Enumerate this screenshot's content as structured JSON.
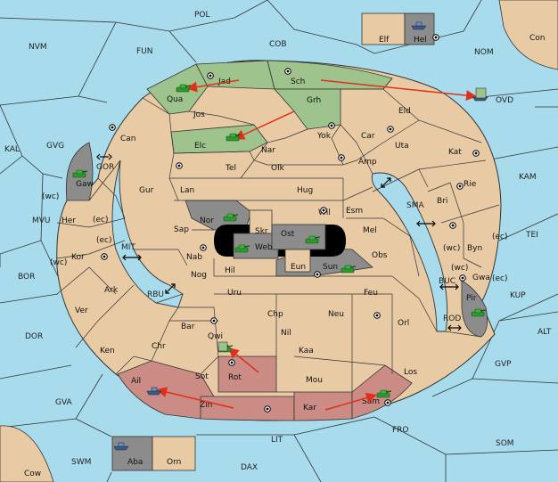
{
  "game": "Diplomacy variant map",
  "colors": {
    "sea": "#a8dcec",
    "land": "#e8cba4",
    "green": "#9ec38c",
    "pink": "#cb8c86",
    "gray": "#8c8c8c",
    "border": "#333333",
    "arrow": "#e0301c",
    "tank": "#2e9a2e",
    "fleet": "#3a5a8a"
  },
  "sea_regions": {
    "pol": "POL",
    "nvm": "NVM",
    "fun": "FUN",
    "cob": "COB",
    "nom": "NOM",
    "con": "Con",
    "ovd": "OVD",
    "kal": "KAL",
    "gvg": "GVG",
    "gor": "GOR",
    "mvu": "MVU",
    "bor": "BOR",
    "dor": "DOR",
    "gva": "GVA",
    "swm": "SWM",
    "cow": "Cow",
    "lit": "LIT",
    "dax": "DAX",
    "fro": "FRO",
    "som": "SOM",
    "gvp": "GVP",
    "alt": "ALT",
    "kup": "KUP",
    "tei": "TEI",
    "kam": "KAM",
    "sma": "SMA",
    "mit": "MIT",
    "rbu": "RBU",
    "buc": "BUC",
    "rod": "ROD"
  },
  "land_regions": {
    "elf": "Elf",
    "hel": "Hel",
    "jad": "Jad",
    "sch": "Sch",
    "qua": "Qua",
    "jos": "Jos",
    "grh": "Grh",
    "eld": "Eld",
    "can": "Can",
    "elc": "Elc",
    "nar": "Nar",
    "yok": "Yok",
    "car": "Car",
    "uta": "Uta",
    "kat": "Kat",
    "tel": "Tel",
    "olk": "Olk",
    "amp": "Amp",
    "gaw": "Gaw",
    "gur": "Gur",
    "lan": "Lan",
    "hug": "Hug",
    "rie": "Rie",
    "bri": "Bri",
    "wil": "Wil",
    "esm": "Esm",
    "nor": "Nor",
    "skr": "Skr",
    "ost": "Ost",
    "mel": "Mel",
    "her": "Her",
    "sap": "Sap",
    "web": "Web",
    "byn": "Byn",
    "kor": "Kor",
    "nab": "Nab",
    "eun": "Eun",
    "sun": "Sun",
    "obs": "Obs",
    "hil": "Hil",
    "gwa": "Gwa",
    "ark": "Ark",
    "nog": "Nog",
    "uru": "Uru",
    "feu": "Feu",
    "pir": "Pir",
    "ver": "Ver",
    "chp": "Chp",
    "neu": "Neu",
    "bar": "Bar",
    "orl": "Orl",
    "qwi": "Qwi",
    "nil": "Nil",
    "ken": "Ken",
    "chr": "Chr",
    "kaa": "Kaa",
    "los": "Los",
    "ail": "Ail",
    "sot": "Sot",
    "rot": "Rot",
    "mou": "Mou",
    "zin": "Zin",
    "kar": "Kar",
    "sam": "Sam",
    "aba": "Aba",
    "orn": "Orn"
  },
  "coast_tags": {
    "wc1": "(wc)",
    "ec1": "(ec)",
    "ec2": "(ec)",
    "wc2": "(wc)",
    "wc3": "(wc)",
    "ec3": "(ec)",
    "wc4": "(wc)",
    "ec4": "(ec)"
  },
  "units": [
    {
      "type": "army",
      "region": "Qua"
    },
    {
      "type": "army",
      "region": "Elc"
    },
    {
      "type": "army",
      "region": "Gaw"
    },
    {
      "type": "army",
      "region": "Nor"
    },
    {
      "type": "army",
      "region": "Web"
    },
    {
      "type": "army",
      "region": "Ost"
    },
    {
      "type": "army",
      "region": "Sun"
    },
    {
      "type": "army",
      "region": "Pir"
    },
    {
      "type": "army",
      "region": "Qwi"
    },
    {
      "type": "army",
      "region": "Sam"
    },
    {
      "type": "fleet",
      "region": "Hel"
    },
    {
      "type": "fleet",
      "region": "OVD"
    },
    {
      "type": "fleet",
      "region": "Ail"
    },
    {
      "type": "fleet",
      "region": "Aba"
    }
  ],
  "moves": [
    {
      "from": "Jad",
      "to": "Qua"
    },
    {
      "from": "Grh",
      "to": "Elc"
    },
    {
      "from": "Sch",
      "to": "OVD"
    },
    {
      "from": "Rot",
      "to": "Qwi"
    },
    {
      "from": "Zin",
      "to": "Ail"
    },
    {
      "from": "Kar",
      "to": "Sam"
    }
  ]
}
